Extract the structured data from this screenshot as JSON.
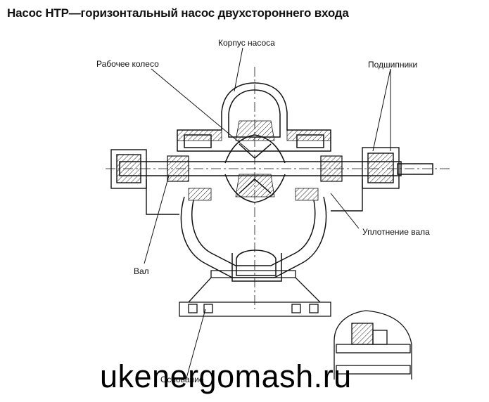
{
  "title": "Насос НТР—горизонтальный насос двухстороннего входа",
  "labels": {
    "casing": "Корпус насоса",
    "impeller": "Рабочее колесо",
    "bearings": "Подшипники",
    "shaft_seal": "Уплотнение вала",
    "shaft": "Вал",
    "base": "Основание"
  },
  "watermark": "ukenergomash.ru"
}
